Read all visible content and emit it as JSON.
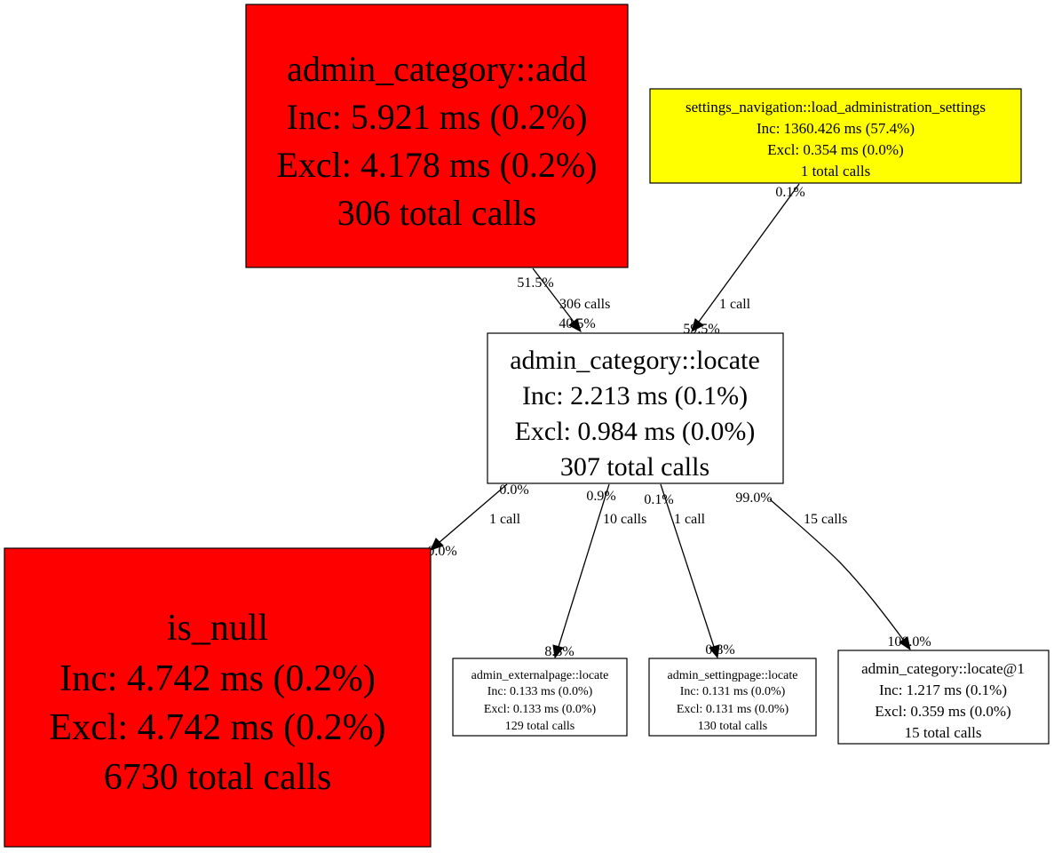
{
  "colors": {
    "hot": "#ff0000",
    "warm": "#ffff00",
    "normal": "#ffffff",
    "border": "#000000"
  },
  "nodes": {
    "admin_category_add": {
      "function": "admin_category::add",
      "inc": "Inc: 5.921 ms (0.2%)",
      "excl": "Excl: 4.178 ms (0.2%)",
      "calls": "306 total calls"
    },
    "settings_navigation": {
      "function": "settings_navigation::load_administration_settings",
      "inc": "Inc: 1360.426 ms (57.4%)",
      "excl": "Excl: 0.354 ms (0.0%)",
      "calls": "1 total calls"
    },
    "admin_category_locate": {
      "function": "admin_category::locate",
      "inc": "Inc: 2.213 ms (0.1%)",
      "excl": "Excl: 0.984 ms (0.0%)",
      "calls": "307 total calls"
    },
    "is_null": {
      "function": "is_null",
      "inc": "Inc: 4.742 ms (0.2%)",
      "excl": "Excl: 4.742 ms (0.2%)",
      "calls": "6730 total calls"
    },
    "admin_externalpage_locate": {
      "function": "admin_externalpage::locate",
      "inc": "Inc: 0.133 ms (0.0%)",
      "excl": "Excl: 0.133 ms (0.0%)",
      "calls": "129 total calls"
    },
    "admin_settingpage_locate": {
      "function": "admin_settingpage::locate",
      "inc": "Inc: 0.131 ms (0.0%)",
      "excl": "Excl: 0.131 ms (0.0%)",
      "calls": "130 total calls"
    },
    "admin_category_locate_1": {
      "function": "admin_category::locate@1",
      "inc": "Inc: 1.217 ms (0.1%)",
      "excl": "Excl: 0.359 ms (0.0%)",
      "calls": "15 total calls"
    }
  },
  "edges": {
    "add_to_locate": {
      "tail_pct": "51.5%",
      "calls": "306 calls",
      "head_pct": "40.5%"
    },
    "settings_to_locate": {
      "tail_pct": "0.1%",
      "calls": "1 call",
      "head_pct": "59.5%"
    },
    "locate_to_is_null": {
      "tail_pct": "0.0%",
      "calls": "1 call",
      "head_pct": "0.0%"
    },
    "locate_to_externalpage": {
      "tail_pct": "0.9%",
      "calls": "10 calls",
      "head_pct": "8.3%"
    },
    "locate_to_settingpage": {
      "tail_pct": "0.1%",
      "calls": "1 call",
      "head_pct": "0.8%"
    },
    "locate_to_locate_1": {
      "tail_pct": "99.0%",
      "calls": "15 calls",
      "head_pct": "100.0%"
    }
  }
}
